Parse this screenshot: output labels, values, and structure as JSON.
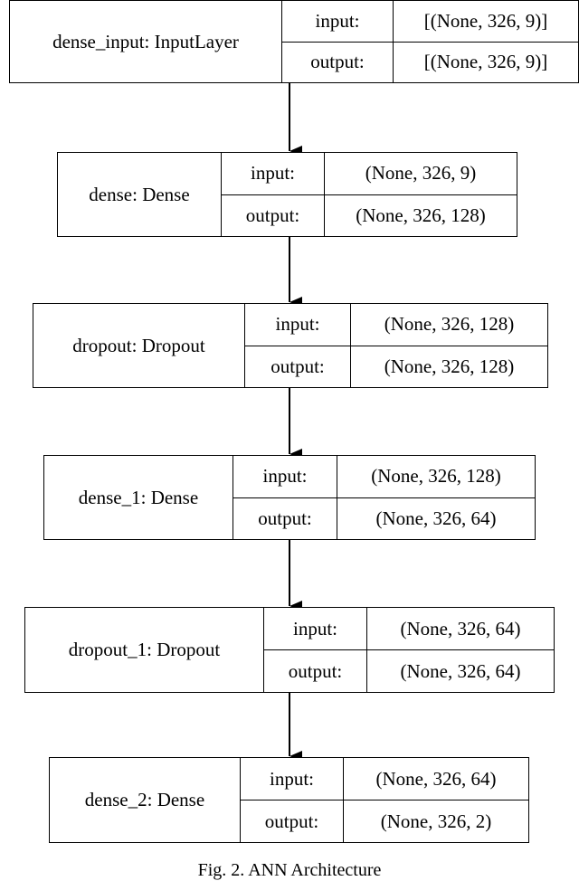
{
  "layers": [
    {
      "name": "dense_input: InputLayer",
      "input_label": "input:",
      "output_label": "output:",
      "input_shape": "[(None, 326, 9)]",
      "output_shape": "[(None, 326, 9)]"
    },
    {
      "name": "dense: Dense",
      "input_label": "input:",
      "output_label": "output:",
      "input_shape": "(None, 326, 9)",
      "output_shape": "(None, 326, 128)"
    },
    {
      "name": "dropout: Dropout",
      "input_label": "input:",
      "output_label": "output:",
      "input_shape": "(None, 326, 128)",
      "output_shape": "(None, 326, 128)"
    },
    {
      "name": "dense_1: Dense",
      "input_label": "input:",
      "output_label": "output:",
      "input_shape": "(None, 326, 128)",
      "output_shape": "(None, 326, 64)"
    },
    {
      "name": "dropout_1: Dropout",
      "input_label": "input:",
      "output_label": "output:",
      "input_shape": "(None, 326, 64)",
      "output_shape": "(None, 326, 64)"
    },
    {
      "name": "dense_2: Dense",
      "input_label": "input:",
      "output_label": "output:",
      "input_shape": "(None, 326, 64)",
      "output_shape": "(None, 326, 2)"
    }
  ],
  "caption": "Fig. 2. ANN Architecture"
}
